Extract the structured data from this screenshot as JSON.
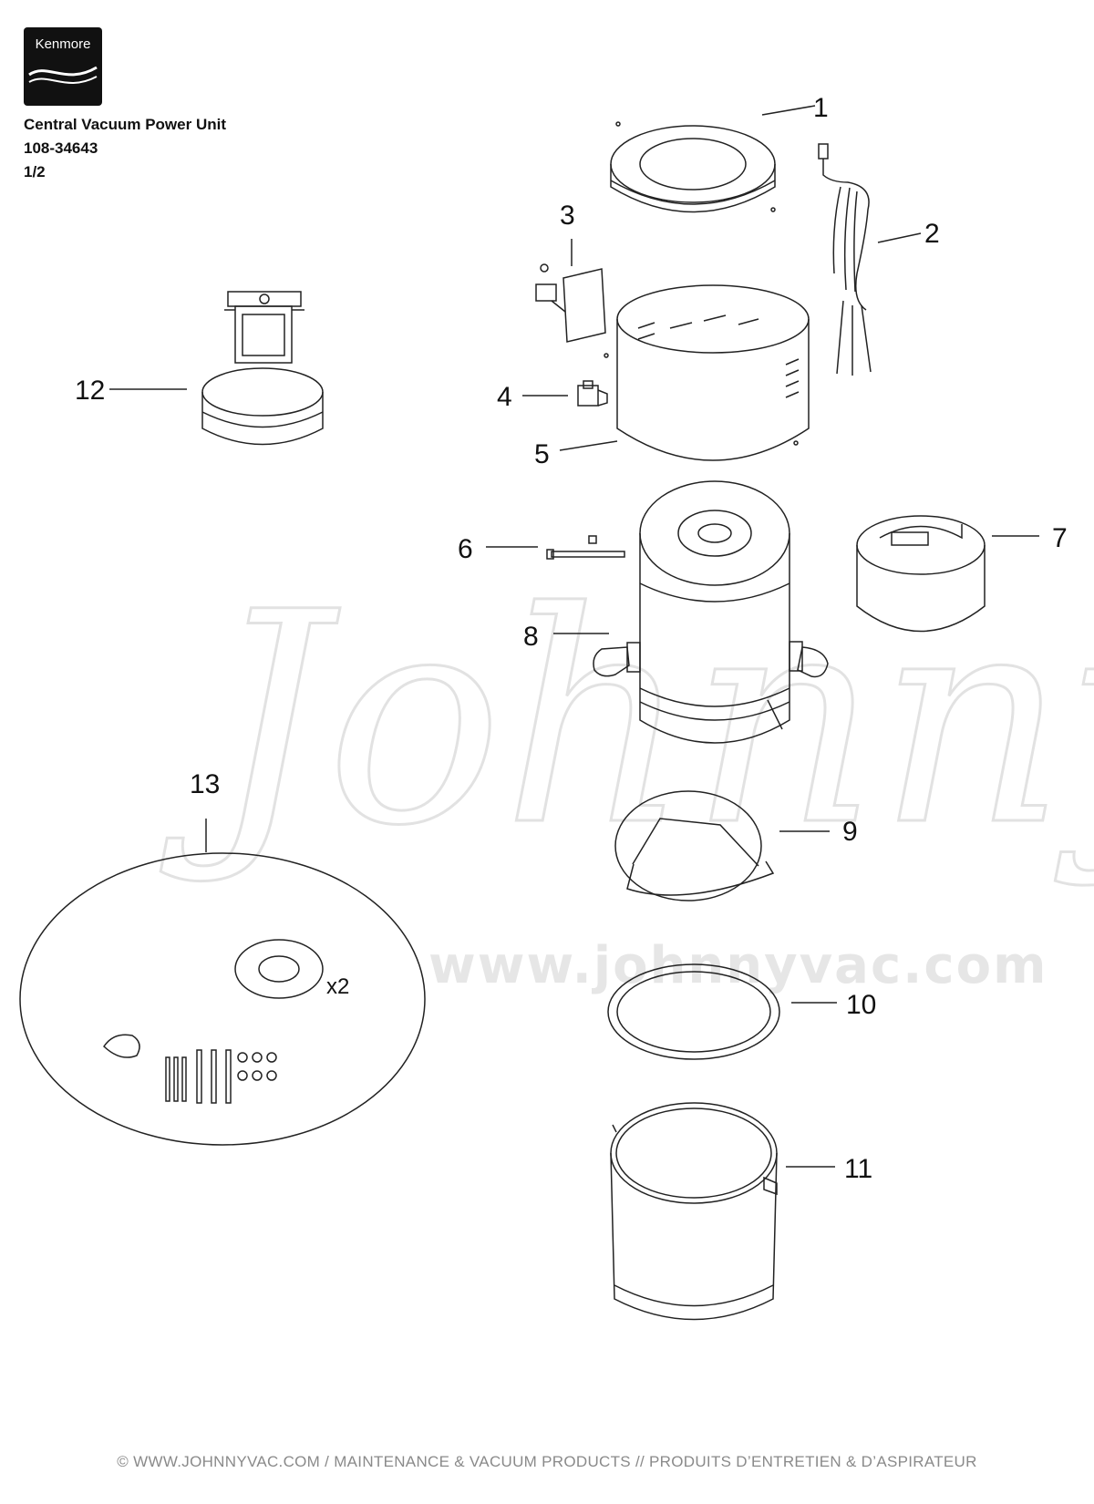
{
  "brand": {
    "logo_text": "Kenmore"
  },
  "header": {
    "title": "Central Vacuum Power Unit",
    "model": "108-34643",
    "page": "1/2"
  },
  "callouts": [
    "1",
    "2",
    "3",
    "4",
    "5",
    "6",
    "7",
    "8",
    "9",
    "10",
    "11",
    "12",
    "13"
  ],
  "kit_quantity": "x2",
  "watermark": {
    "url": "www.johnnyvac.com",
    "script": "Johnny Vac"
  },
  "footer": "© WWW.JOHNNYVAC.COM / MAINTENANCE & VACUUM PRODUCTS  //  PRODUITS D’ENTRETIEN & D’ASPIRATEUR"
}
